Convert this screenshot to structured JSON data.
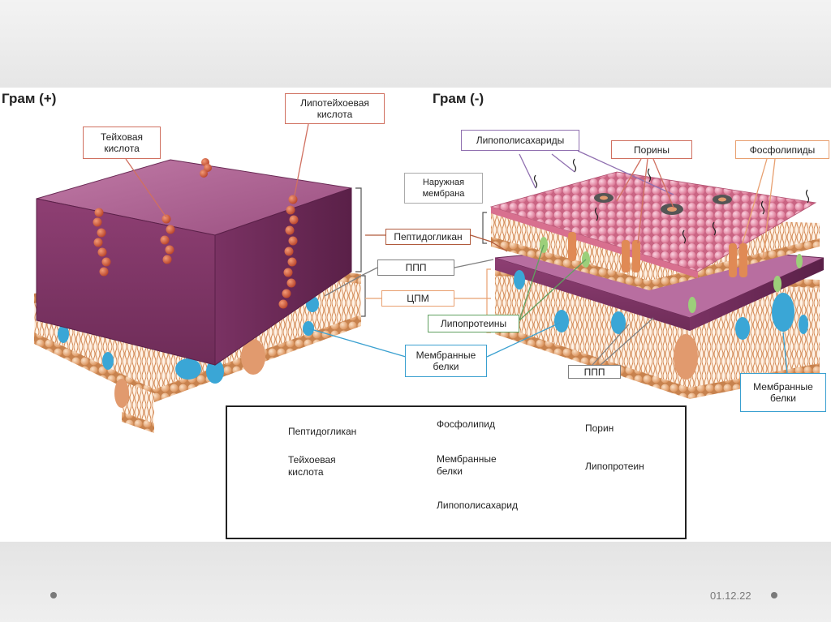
{
  "gram_pos": {
    "title": "Грам (+)",
    "labels": {
      "teichoic": "Тейховая кислота",
      "lipoteichoic": "Липотейхоевая кислота",
      "peptidoglycan": "Пептидогликан",
      "ppp": "ППП",
      "cpm": "ЦПМ",
      "lipoproteins": "Липопротеины",
      "membrane_proteins": "Мембранные белки"
    }
  },
  "gram_neg": {
    "title": "Грам (-)",
    "labels": {
      "lps": "Липополисахариды",
      "porins": "Порины",
      "phospholipids": "Фосфолипиды",
      "outer_membrane": "Наружная мембрана",
      "ppp": "ППП",
      "membrane_proteins": "Мембранные белки"
    }
  },
  "legend": {
    "peptidoglycan": "Пептидогликан",
    "teichoic": "Тейхоевая кислота",
    "phospholipid": "Фосфолипид",
    "membrane_proteins": "Мембранные белки",
    "lps": "Липополисахарид",
    "porin": "Порин",
    "lipoprotein": "Липопротеин"
  },
  "footer": {
    "date": "01.12.22"
  },
  "colors": {
    "peptidoglycan": "#8e3f73",
    "teichoic": "#d9603a",
    "phospholipid": "#e9b083",
    "membrane_protein_blue": "#3aa6d6",
    "membrane_protein_orange": "#e19a6e",
    "lps_head": "#f0a0b8",
    "lipoprotein": "#9ccf7a",
    "box_brown": "#b05a3c",
    "box_orange": "#e8a070",
    "box_purple": "#9070b0",
    "box_green": "#60a060",
    "box_blue": "#3aa0d0",
    "box_gray": "#808080"
  }
}
